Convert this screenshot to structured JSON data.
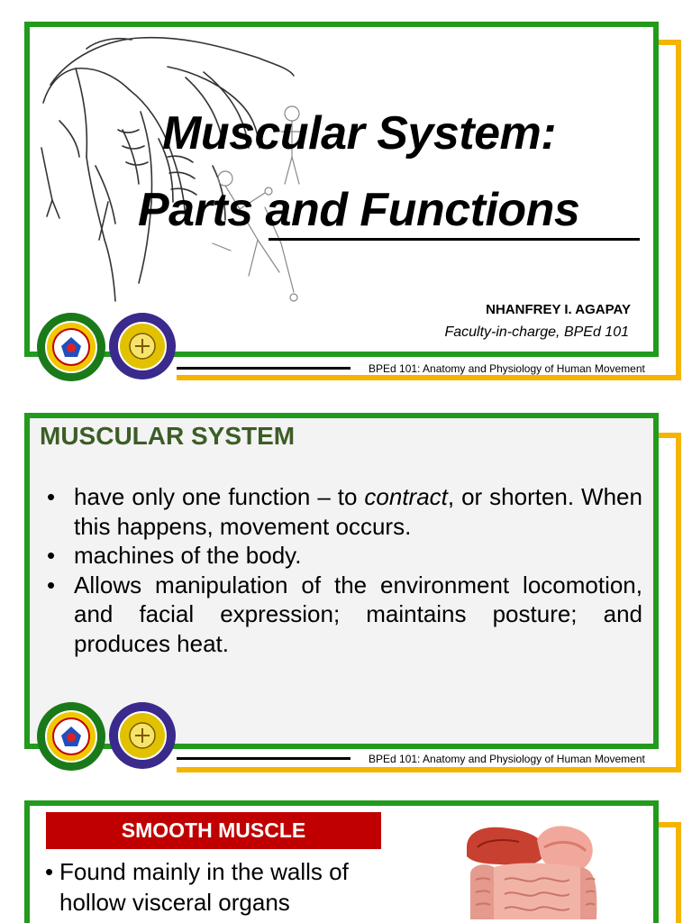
{
  "slide1": {
    "title_line1": "Muscular System:",
    "title_line2": "Parts and Functions",
    "author": "NHANFREY I. AGAPAY",
    "role": "Faculty-in-charge, BPEd 101",
    "footer": "BPEd 101: Anatomy and Physiology of Human Movement"
  },
  "slide2": {
    "heading": "MUSCULAR SYSTEM",
    "bullets": [
      {
        "before": "have only one function – to ",
        "em": "contract",
        "after": ", or shorten. When this happens, movement occurs."
      },
      {
        "text": "machines of the body."
      },
      {
        "text": "Allows manipulation of the environment locomotion, and facial expression; maintains posture; and produces heat."
      }
    ],
    "footer": "BPEd 101: Anatomy and Physiology of Human Movement"
  },
  "slide3": {
    "label": "SMOOTH MUSCLE",
    "bullet": "Found mainly in the walls of hollow visceral organs"
  },
  "colors": {
    "frame_green": "#229a1c",
    "accent_gold": "#f4b400",
    "heading_green": "#3c5d26",
    "label_red": "#c00000"
  },
  "icons": [
    "muscle-sketch-illustration",
    "university-seal-icon",
    "college-seal-icon",
    "digestive-organs-illustration"
  ]
}
